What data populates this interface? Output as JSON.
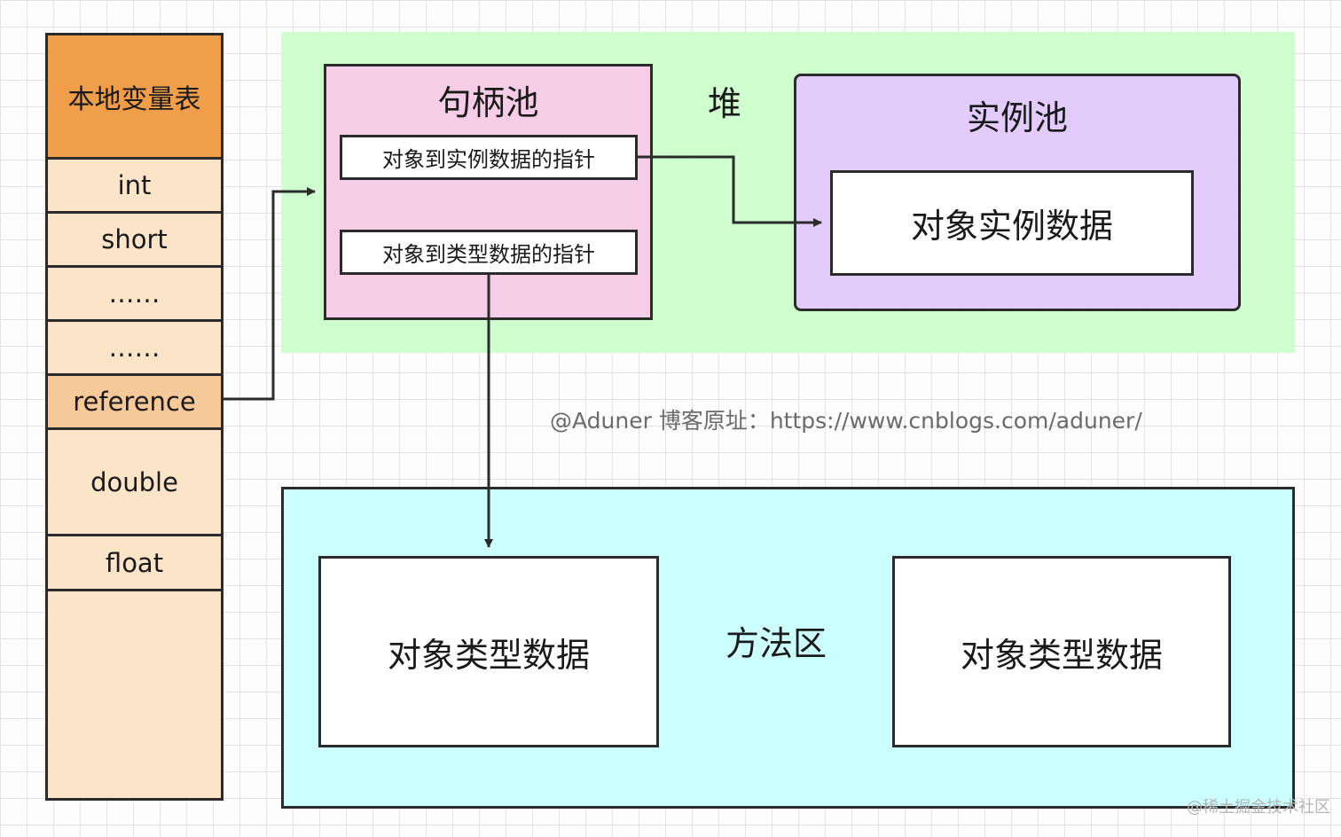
{
  "local_variable_table": {
    "title": "本地变量表",
    "rows": [
      "int",
      "short",
      "……",
      "……",
      "reference",
      "double",
      "float",
      ""
    ]
  },
  "heap": {
    "label": "堆",
    "handle_pool": {
      "title": "句柄池",
      "instance_pointer": "对象到实例数据的指针",
      "type_pointer": "对象到类型数据的指针"
    },
    "instance_pool": {
      "title": "实例池",
      "instance_data": "对象实例数据"
    }
  },
  "method_area": {
    "label": "方法区",
    "type_data_left": "对象类型数据",
    "type_data_right": "对象类型数据"
  },
  "watermark": "@Aduner 博客原址：https://www.cnblogs.com/aduner/",
  "corner_watermark": "@稀土掘金技术社区",
  "colors": {
    "lvt_header": "#f19e4a",
    "lvt_body": "#fce4c8",
    "lvt_reference": "#f8c998",
    "heap": "#ccffcc",
    "handle_pool": "#f6cde6",
    "instance_pool": "#e2ccfb",
    "method_area": "#ccffff"
  }
}
